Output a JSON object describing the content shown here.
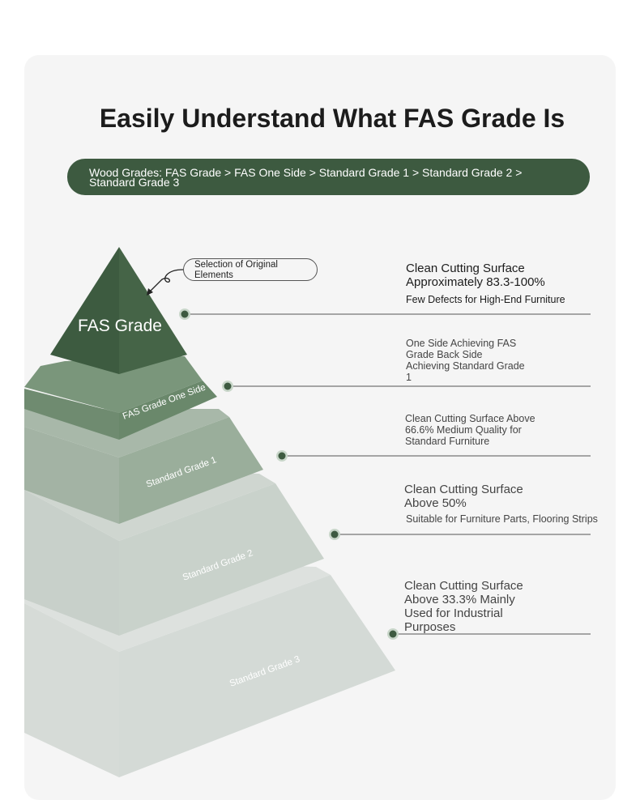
{
  "title": "Easily Understand What FAS Grade Is",
  "banner": "Wood Grades: FAS Grade > FAS One Side > Standard Grade 1 > Standard Grade 2 > Standard Grade 3",
  "callout": "Selection of Original Elements",
  "tiers": [
    "FAS Grade",
    "FAS Grade One Side",
    "Standard Grade 1",
    "Standard Grade 2",
    "Standard Grade 3"
  ],
  "descriptions": [
    {
      "heading": "Clean Cutting Surface Approximately 83.3-100%",
      "sub": "Few Defects for High-End Furniture"
    },
    {
      "heading": "",
      "sub": "One Side Achieving FAS Grade Back Side Achieving Standard Grade 1"
    },
    {
      "heading": "",
      "sub": "Clean Cutting Surface Above 66.6% Medium Quality for Standard Furniture"
    },
    {
      "heading": "Clean Cutting Surface Above 50%",
      "sub": "Suitable for Furniture Parts, Flooring Strips"
    },
    {
      "heading": "Clean Cutting Surface Above 33.3% Mainly Used for Industrial Purposes",
      "sub": ""
    }
  ],
  "colors": {
    "accent": "#3d5a40",
    "tier1": "#3f5e41",
    "tier2": "#6c8a6c",
    "tier3": "#9bb09c",
    "tier4": "#c9d4cc",
    "tier5": "#d7ddd9"
  }
}
